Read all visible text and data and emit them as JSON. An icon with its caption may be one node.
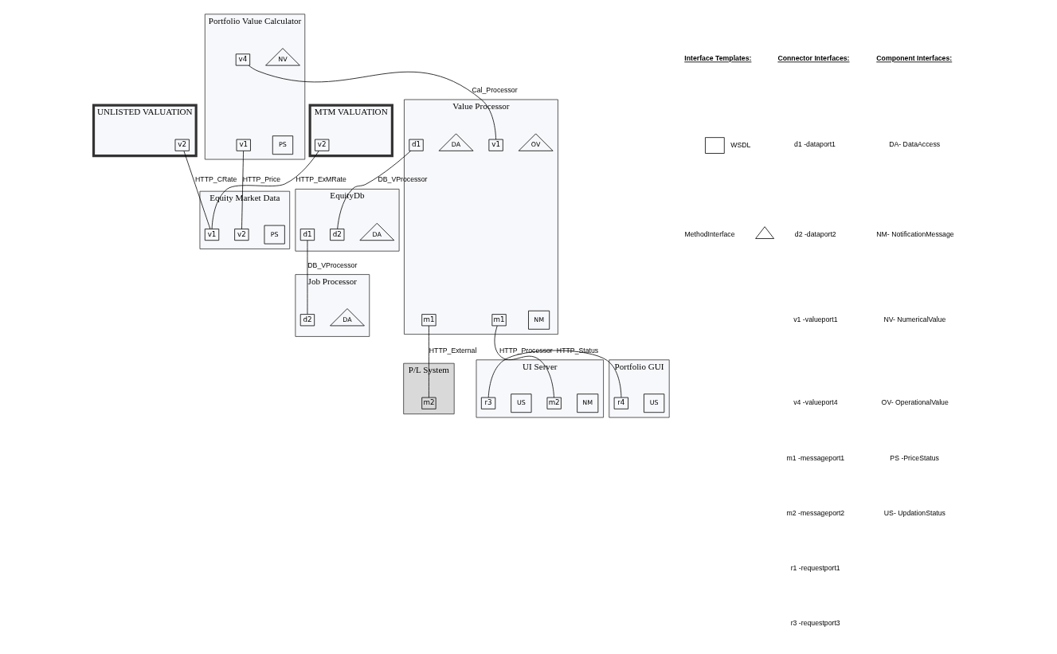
{
  "diagram": {
    "nodes": [
      {
        "text": [
          "UNLISTED VALUATION"
        ]
      },
      {
        "text": [
          "v2"
        ],
        "in": 0
      },
      {
        "text": [
          "Portfolio Value Calculator"
        ]
      },
      {
        "text": [
          "PS"
        ],
        "in": 2
      },
      {
        "text": [
          "v1"
        ],
        "in": 2
      },
      {
        "text": [
          "NV"
        ],
        "in": 2
      },
      {
        "text": [
          "v4"
        ],
        "in": 2
      },
      {
        "text": [
          "Equity Market Data"
        ]
      },
      {
        "text": [
          "PS"
        ],
        "in": 7
      },
      {
        "text": [
          "v2"
        ],
        "in": 7
      },
      {
        "text": [
          "v1"
        ],
        "in": 7
      },
      {
        "text": [
          "MTM VALUATION"
        ]
      },
      {
        "text": [
          "v2"
        ],
        "in": 11
      },
      {
        "text": [
          "EquityDb"
        ]
      },
      {
        "text": [
          "DA"
        ],
        "in": 13
      },
      {
        "text": [
          "d2"
        ],
        "in": 13
      },
      {
        "text": [
          "d1"
        ],
        "in": 13
      },
      {
        "text": [
          "Value Processor"
        ]
      },
      {
        "text": [
          "OV"
        ],
        "in": 17
      },
      {
        "text": [
          "v1"
        ],
        "in": 17
      },
      {
        "text": [
          "DA"
        ],
        "in": 17
      },
      {
        "text": [
          "d1"
        ],
        "in": 17
      },
      {
        "text": [
          "NM"
        ],
        "in": 17
      },
      {
        "text": [
          "m1"
        ],
        "in": 17
      },
      {
        "text": [
          "m1"
        ],
        "in": 17
      },
      {
        "text": [
          "Job Processor"
        ]
      },
      {
        "text": [
          "DA"
        ],
        "in": 25
      },
      {
        "text": [
          "d2"
        ],
        "in": 25
      },
      {
        "text": [
          "P/L System"
        ]
      },
      {
        "text": [
          "m2"
        ],
        "in": 28
      },
      {
        "text": [
          "UI Server"
        ]
      },
      {
        "text": [
          "NM"
        ],
        "in": 30
      },
      {
        "text": [
          "m2"
        ],
        "in": 30
      },
      {
        "text": [
          "US"
        ],
        "in": 30
      },
      {
        "text": [
          "r3"
        ],
        "in": 30
      },
      {
        "text": [
          "Portfolio GUI"
        ]
      },
      {
        "text": [
          "US"
        ],
        "in": 35
      },
      {
        "text": [
          "r4"
        ],
        "in": 35
      }
    ],
    "edges": [
      {
        "from": 1,
        "to": 10,
        "arrow": "none",
        "label": "HTTP_CRate"
      },
      {
        "from": 12,
        "to": 10,
        "arrow": "none",
        "label": "HTTP_ExMRate"
      },
      {
        "from": 9,
        "to": 4,
        "arrow": "none",
        "label": "HTTP_Price"
      },
      {
        "from": 6,
        "to": 19,
        "arrow": "none",
        "label": "Cal_Processor"
      },
      {
        "from": 21,
        "to": 15,
        "arrow": "none",
        "label": "DB_VProcessor"
      },
      {
        "from": 16,
        "to": 27,
        "arrow": "none",
        "label": "DB_VProcessor"
      },
      {
        "from": 23,
        "to": 29,
        "arrow": "none",
        "label": "HTTP_External"
      },
      {
        "from": 24,
        "to": 32,
        "arrow": "none",
        "label": "HTTP_Processor"
      },
      {
        "from": 34,
        "to": 37,
        "arrow": "none",
        "label": "HTTP_Status"
      }
    ],
    "labels": [
      "Component Interfaces:",
      "DA- DataAccess",
      "NM- NotificationMessage",
      "NV- NumericalValue",
      "OV- OperationalValue",
      "PS -PriceStatus",
      "US- UpdationStatus",
      "Connector Interfaces:",
      "d1 -dataport1",
      "d2 -dataport2",
      "v1 -valueport1",
      "v4 -valueport4",
      "m1 -messageport1",
      "m2 -messageport2",
      "r1 -requestport1",
      "r3 -requestport3",
      "Interface Templates:"
    ],
    "legend": [
      {
        "text": "WSDL"
      },
      {
        "text": "MethodInterface"
      }
    ]
  }
}
